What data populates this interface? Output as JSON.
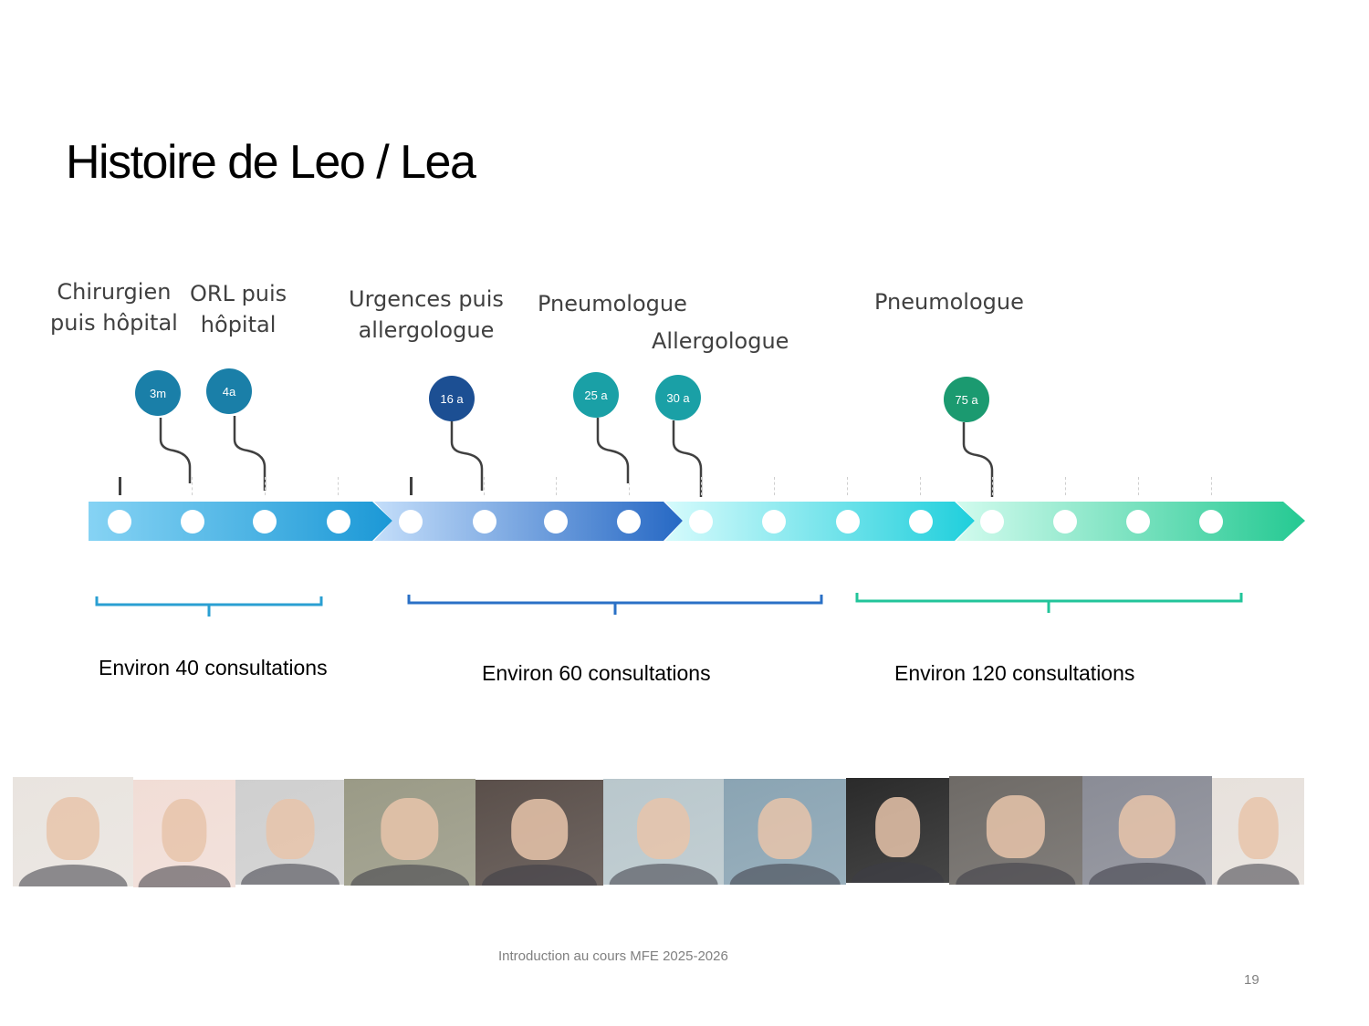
{
  "slide": {
    "title": "Histoire de Leo / Lea",
    "footer": "Introduction au cours MFE 2025-2026",
    "page_number": "19"
  },
  "events": [
    {
      "label_line1": "Chirurgien",
      "label_line2": "puis hôpital",
      "age": "3m",
      "color": "#1a7fa8"
    },
    {
      "label_line1": "ORL puis",
      "label_line2": "hôpital",
      "age": "4a",
      "color": "#1a7fa8"
    },
    {
      "label_line1": "Urgences puis",
      "label_line2": "allergologue",
      "age": "16 a",
      "color": "#1c4f93"
    },
    {
      "label_line1": "Pneumologue",
      "label_line2": "",
      "age": "25 a",
      "color": "#1aa0a6"
    },
    {
      "label_line1": "Allergologue",
      "label_line2": "",
      "age": "30 a",
      "color": "#1aa0a6"
    },
    {
      "label_line1": "Pneumologue",
      "label_line2": "",
      "age": "75 a",
      "color": "#1b9a70"
    }
  ],
  "periods": [
    {
      "label": "Environ 40 consultations",
      "color": "#2a9fd2"
    },
    {
      "label": "Environ 60 consultations",
      "color": "#2a70c6"
    },
    {
      "label": "Environ 120 consultations",
      "color": "#22c49a"
    }
  ],
  "photos": [
    {
      "name": "newborn-photo",
      "tone": "#e9e4df"
    },
    {
      "name": "baby-photo",
      "tone": "#f1ddd6"
    },
    {
      "name": "child-photo",
      "tone": "#cfcfcf"
    },
    {
      "name": "girl-photo",
      "tone": "#9a9a86"
    },
    {
      "name": "teen-boy-photo",
      "tone": "#5a4f4a"
    },
    {
      "name": "young-woman-photo",
      "tone": "#b9c7cc"
    },
    {
      "name": "young-man-photo",
      "tone": "#8aa4b3"
    },
    {
      "name": "woman-photo",
      "tone": "#2a2a2a"
    },
    {
      "name": "middle-aged-man-photo",
      "tone": "#6e6a66"
    },
    {
      "name": "elderly-man-photo",
      "tone": "#8a8c96"
    },
    {
      "name": "elderly-woman-photo",
      "tone": "#e7e1dc"
    }
  ]
}
